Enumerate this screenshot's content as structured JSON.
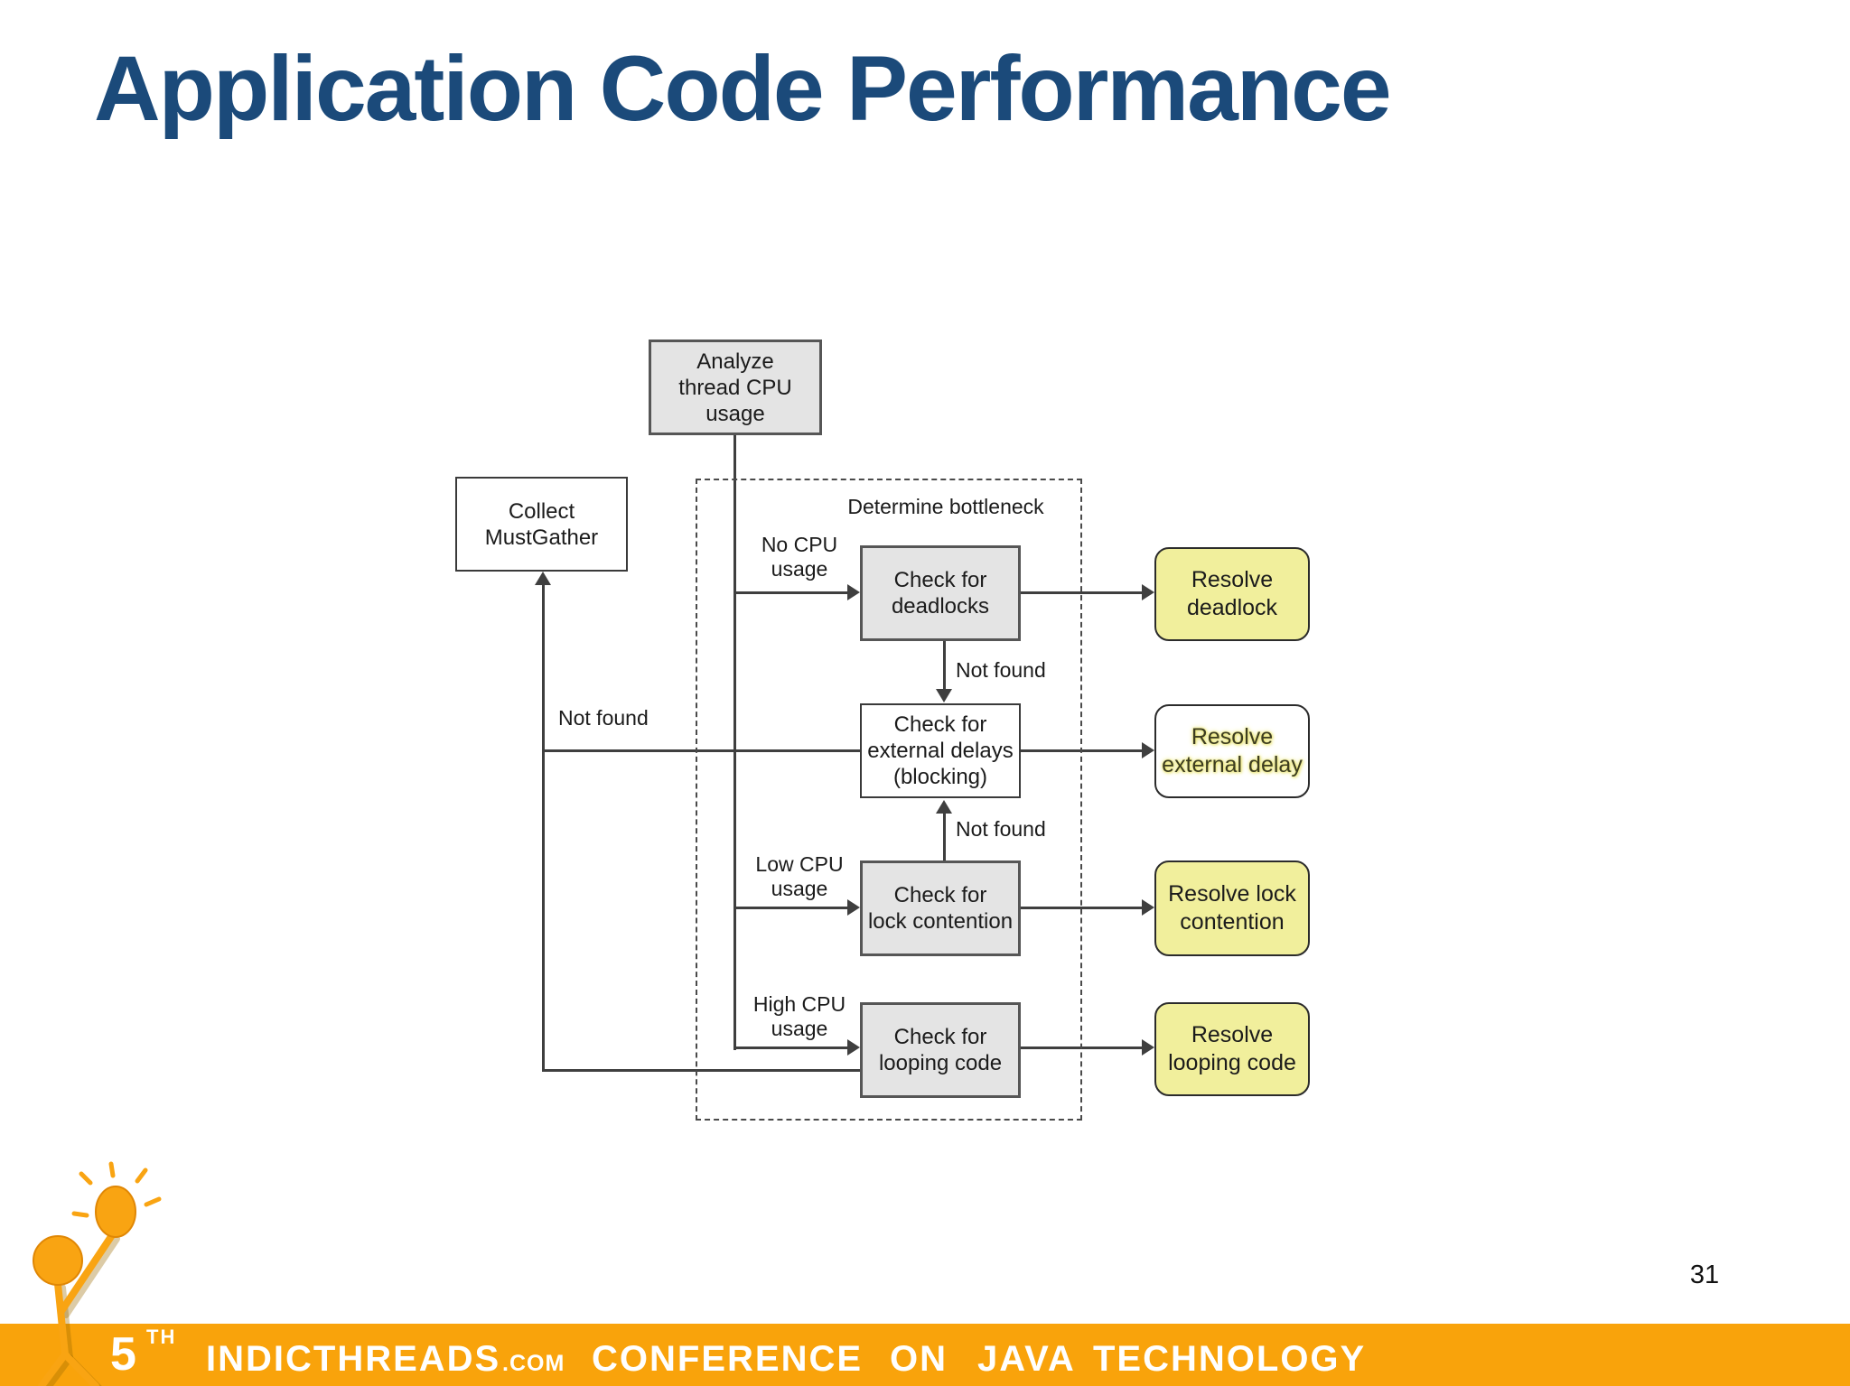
{
  "slide": {
    "title": "Application Code Performance",
    "page_number": "31"
  },
  "diagram": {
    "analyze": "Analyze\nthread CPU\nusage",
    "collect": "Collect\nMustGather",
    "group": "Determine bottleneck",
    "no_cpu": "No CPU\nusage",
    "low_cpu": "Low CPU\nusage",
    "high_cpu": "High CPU\nusage",
    "not_found": "Not found",
    "check_deadlocks": "Check for\ndeadlocks",
    "check_external": "Check for\nexternal delays\n(blocking)",
    "check_lock": "Check for\nlock contention",
    "check_loop": "Check for\nlooping code",
    "resolve_deadlock": "Resolve\ndeadlock",
    "resolve_external": "Resolve\nexternal delay",
    "resolve_lock": "Resolve lock\ncontention",
    "resolve_loop": "Resolve\nlooping code"
  },
  "footer": {
    "number": "5",
    "ordinal": "TH",
    "brand": "INDICTHREADS",
    "domain": ".COM",
    "word_conference": "CONFERENCE",
    "word_on": "ON",
    "word_java": "JAVA",
    "word_technology": "TECHNOLOGY"
  },
  "colors": {
    "title_blue": "#1b4a7a",
    "node_gray": "#e4e4e4",
    "node_yellow": "#f1ef9c",
    "connector_gray": "#3f3f3f",
    "footer_orange": "#f9a30b",
    "logo_orange": "#f9a412"
  }
}
